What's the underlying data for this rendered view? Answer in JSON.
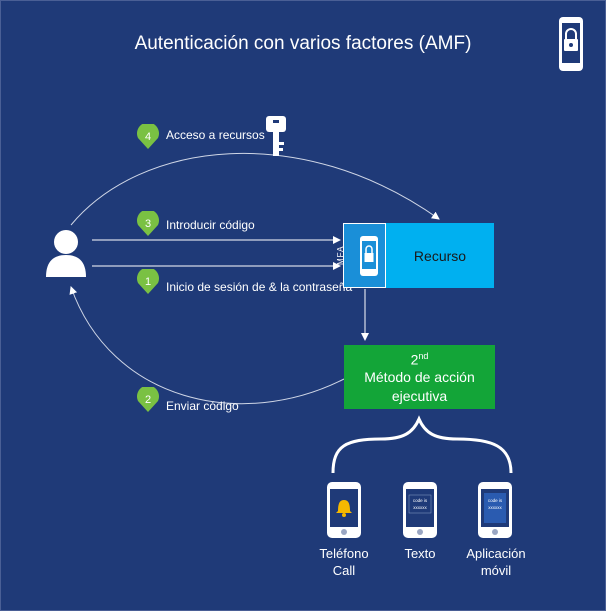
{
  "title": "Autenticación con varios factores (AMF)",
  "steps": [
    {
      "number": "4",
      "label": "Acceso a recursos"
    },
    {
      "number": "3",
      "label": "Introducir código"
    },
    {
      "number": "1",
      "label": "Inicio de sesión de & la contraseña"
    },
    {
      "number": "2",
      "label": "Enviar código"
    }
  ],
  "resource": {
    "label": "Recurso",
    "mfa_label": "MFA"
  },
  "second_method": {
    "superscript_base": "2",
    "superscript_suffix": "nd",
    "line1": "Método de acción",
    "line2": "ejecutiva"
  },
  "devices": [
    {
      "label_line1": "Teléfono",
      "label_line2": "Call",
      "icon": "phone-bell-icon"
    },
    {
      "label_line1": "Texto",
      "label_line2": "",
      "icon": "phone-text-icon",
      "screen_text": "code is xxxxxx"
    },
    {
      "label_line1": "Aplicación",
      "label_line2": "móvil",
      "icon": "phone-app-icon",
      "screen_text": "code is xxxxxx"
    }
  ],
  "colors": {
    "background": "#1f3a78",
    "resource": "#00b0f0",
    "mfa_strip": "#1a8fd8",
    "second_method": "#13a538",
    "step_badge": "#7ac143"
  }
}
